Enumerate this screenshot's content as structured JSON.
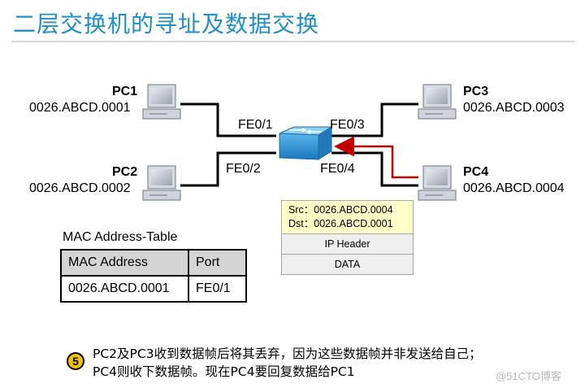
{
  "title": "二层交换机的寻址及数据交换",
  "pcs": [
    {
      "name": "PC1",
      "mac": "0026.ABCD.0001"
    },
    {
      "name": "PC2",
      "mac": "0026.ABCD.0002"
    },
    {
      "name": "PC3",
      "mac": "0026.ABCD.0003"
    },
    {
      "name": "PC4",
      "mac": "0026.ABCD.0004"
    }
  ],
  "ports": [
    "FE0/1",
    "FE0/2",
    "FE0/3",
    "FE0/4"
  ],
  "frame": {
    "src": "Src：0026.ABCD.0004",
    "dst": "Dst：0026.ABCD.0001",
    "ip_header": "IP Header",
    "data": "DATA"
  },
  "mac_table": {
    "caption": "MAC Address-Table",
    "headers": [
      "MAC Address",
      "Port"
    ],
    "rows": [
      [
        "0026.ABCD.0001",
        "FE0/1"
      ]
    ]
  },
  "note": {
    "step": "5",
    "line1": "PC2及PC3收到数据帧后将其丢弃，因为这些数据帧并非发送给自己；",
    "line2": "PC4则收下数据帧。现在PC4要回复数据给PC1"
  },
  "watermark": "@51CTO博客",
  "colors": {
    "title": "#1f8fc7",
    "arrow": "#c00000",
    "switch": "#2a8fd0",
    "frame_header": "#ffffc8"
  }
}
